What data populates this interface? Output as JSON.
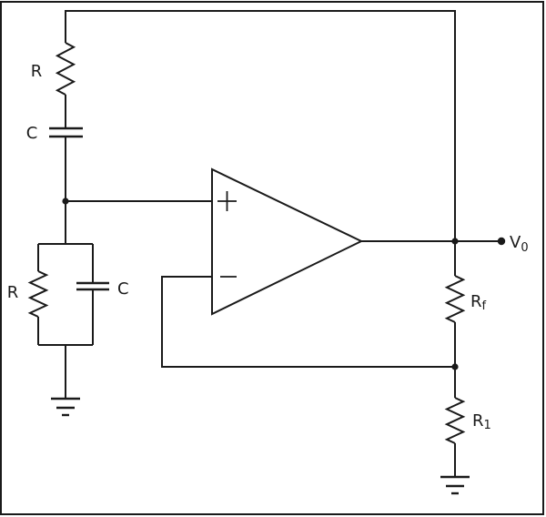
{
  "colors": {
    "line": "#1a1a1a",
    "background": "#ffffff"
  },
  "labels": {
    "series_resistor": "R",
    "series_capacitor": "C",
    "parallel_resistor": "R",
    "parallel_capacitor": "C"
  },
  "opamp": {
    "noninverting_input": "+",
    "inverting_input": "−"
  },
  "output": {
    "base": "V",
    "subscript": "0"
  },
  "feedback_resistor": {
    "base": "R",
    "subscript": "f"
  },
  "gain_resistor": {
    "base": "R",
    "subscript": "1"
  }
}
